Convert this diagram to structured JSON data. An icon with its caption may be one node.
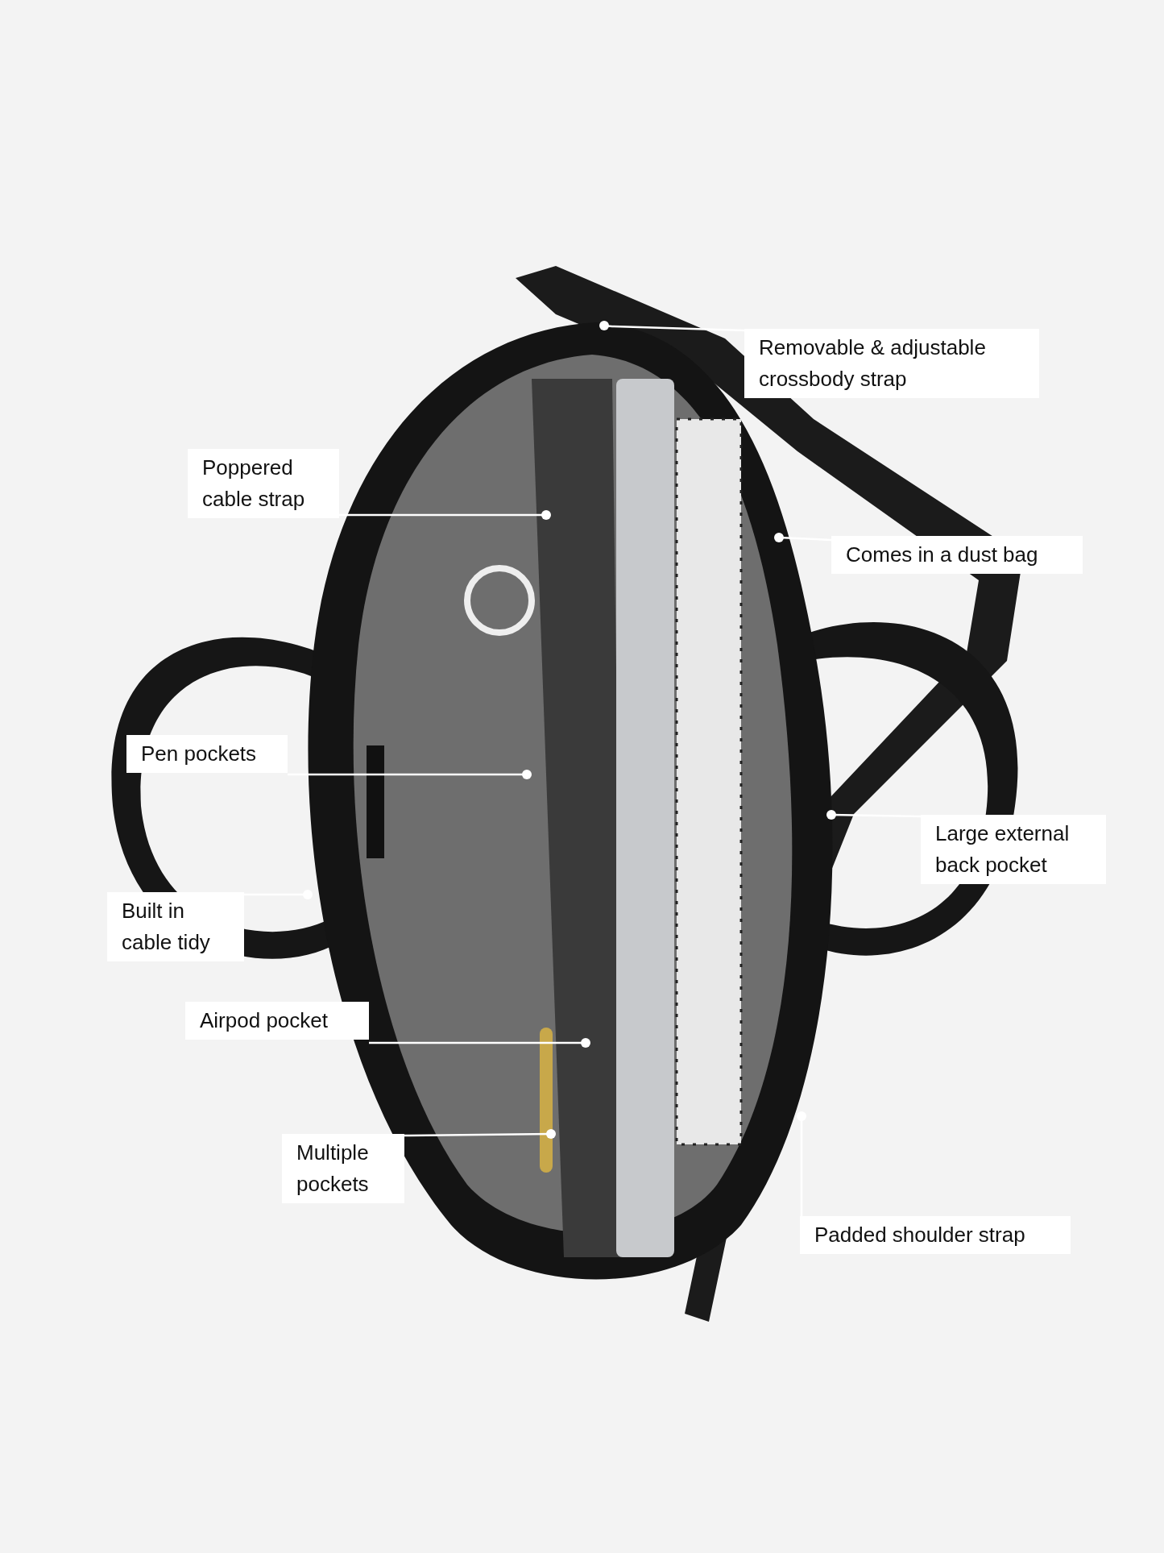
{
  "diagram": {
    "nodes": [
      {
        "text": [
          "Removable & adjustable crossbody strap"
        ]
      },
      {
        "text": [
          "Poppered cable strap"
        ]
      },
      {
        "text": [
          "Comes in a dust bag"
        ]
      },
      {
        "text": [
          "Pen pockets"
        ]
      },
      {
        "text": [
          "Large external back pocket"
        ]
      },
      {
        "text": [
          "Built in cable tidy"
        ]
      },
      {
        "text": [
          "Airpod pocket"
        ]
      },
      {
        "text": [
          "Multiple pockets"
        ]
      },
      {
        "text": [
          "Padded shoulder strap"
        ]
      }
    ],
    "edges": [
      {
        "from": 0,
        "to": null,
        "arrow": "other"
      },
      {
        "from": 1,
        "to": null,
        "arrow": "other"
      },
      {
        "from": 2,
        "to": null,
        "arrow": "other"
      },
      {
        "from": 3,
        "to": null,
        "arrow": "other"
      },
      {
        "from": 4,
        "to": null,
        "arrow": "other"
      },
      {
        "from": 5,
        "to": null,
        "arrow": "other"
      },
      {
        "from": 6,
        "to": null,
        "arrow": "other"
      },
      {
        "from": 7,
        "to": null,
        "arrow": "other"
      },
      {
        "from": 8,
        "to": null,
        "arrow": "other"
      }
    ]
  }
}
